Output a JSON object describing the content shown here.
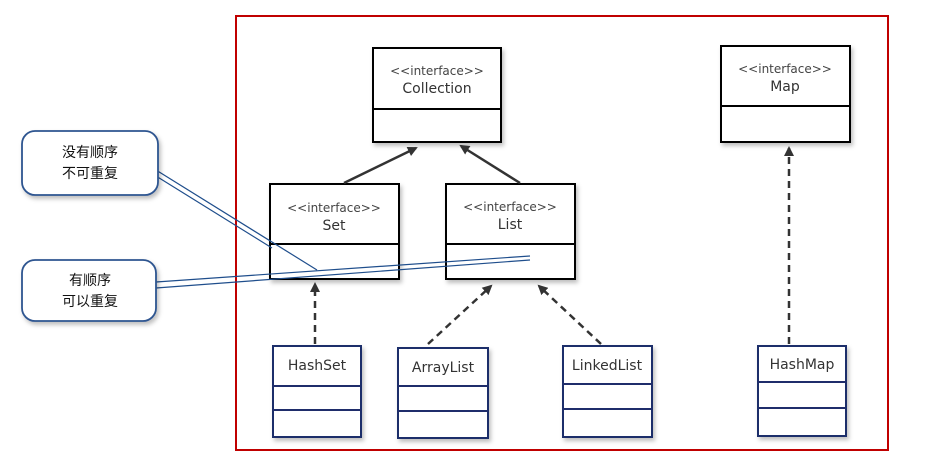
{
  "diagram": {
    "collection": {
      "stereotype": "<<interface>>",
      "name": "Collection"
    },
    "map": {
      "stereotype": "<<interface>>",
      "name": "Map"
    },
    "set": {
      "stereotype": "<<interface>>",
      "name": "Set"
    },
    "list": {
      "stereotype": "<<interface>>",
      "name": "List"
    },
    "hashset": {
      "name": "HashSet"
    },
    "arraylist": {
      "name": "ArrayList"
    },
    "linkedlist": {
      "name": "LinkedList"
    },
    "hashmap": {
      "name": "HashMap"
    },
    "callout_set": {
      "line1": "没有顺序",
      "line2": "不可重复"
    },
    "callout_list": {
      "line1": "有顺序",
      "line2": "可以重复"
    }
  },
  "colors": {
    "frame": "#c00000",
    "interface_border": "#000000",
    "class_border": "#1f2d6b",
    "callout_border": "#2e5590",
    "callout_line": "#1f4e8c",
    "arrow": "#333333"
  }
}
